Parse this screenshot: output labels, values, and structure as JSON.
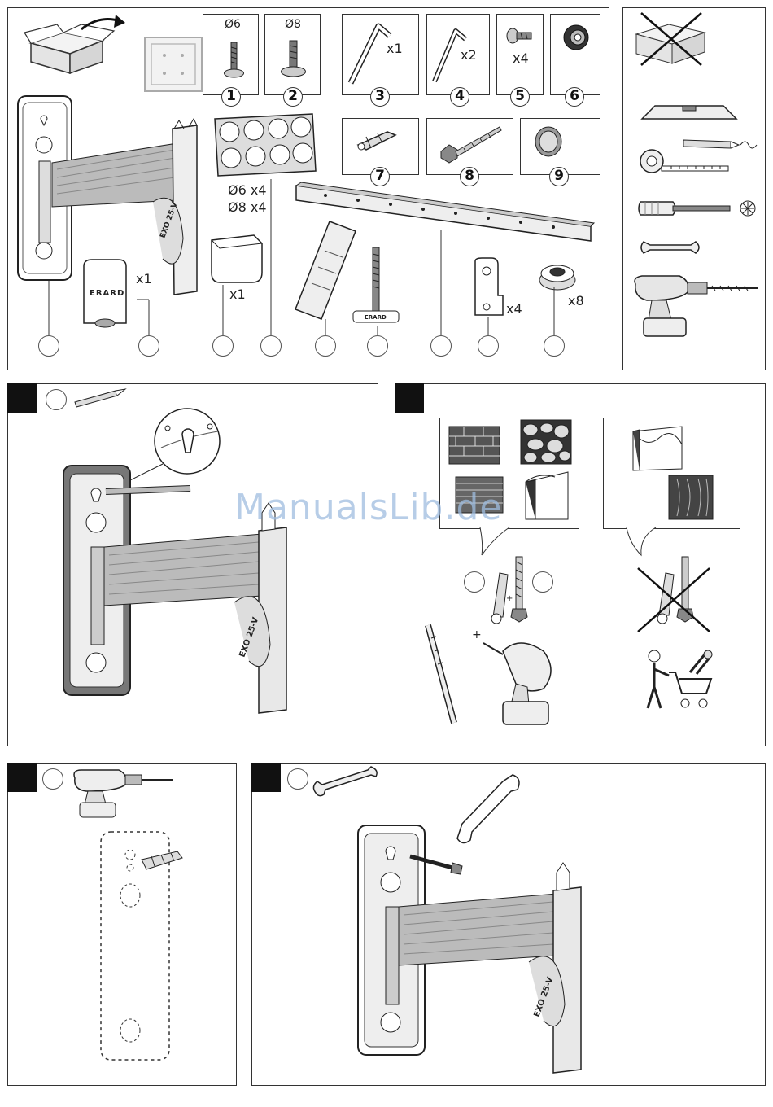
{
  "parts": {
    "diam6": "Ø6",
    "diam8": "Ø8",
    "p1": "1",
    "p2": "2",
    "p3": "3",
    "p4": "4",
    "p5": "5",
    "p6": "6",
    "p7": "7",
    "p8": "8",
    "p9": "9",
    "qty_x1_key": "x1",
    "qty_x2_key": "x2",
    "qty_x4_screw": "x4",
    "caps_line1": "Ø6 x4",
    "caps_line2": "Ø8 x4",
    "qty_cover": "x1",
    "qty_clip": "x1",
    "qty_bracket": "x4",
    "qty_washer": "x8",
    "brand": "ERARD",
    "arm_text": "EXO 25-V"
  },
  "watermark": "ManualsLib.de",
  "colors": {
    "ink": "#222222",
    "tab": "#111111",
    "watermark": "#9fbde0"
  }
}
